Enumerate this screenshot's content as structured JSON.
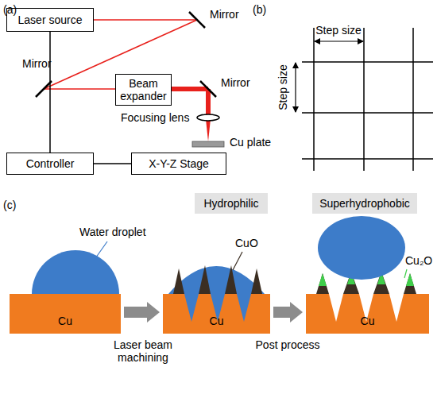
{
  "diagram": {
    "nodes": [
      {
        "text": [
          "Laser source"
        ]
      },
      {
        "text": [
          "Beam expander"
        ]
      },
      {
        "text": [
          "Controller"
        ]
      },
      {
        "text": [
          "X-Y-Z Stage"
        ]
      },
      {
        "text": [
          "Hydrophilic"
        ]
      },
      {
        "text": [
          "Superhydrophobic"
        ]
      },
      {
        "text": [
          "Cu"
        ]
      },
      {
        "text": [
          "Cu"
        ]
      },
      {
        "text": [
          "Cu"
        ]
      }
    ],
    "edges": [
      {
        "from": 0,
        "to": 2,
        "arrow": "none"
      },
      {
        "from": 2,
        "to": 3,
        "arrow": "none"
      },
      {
        "from": 6,
        "to": 7,
        "arrow": "to"
      },
      {
        "from": 7,
        "to": 8,
        "arrow": "to"
      }
    ],
    "labels": [
      "(a)",
      "Mirror",
      "Mirror",
      "Mirror",
      "Focusing lens",
      "Cu plate",
      "(b)",
      "Step size",
      "Step size",
      "(c)",
      "Water droplet",
      "CuO",
      "Cu₂O",
      "Laser beam machining",
      "Post process"
    ]
  }
}
